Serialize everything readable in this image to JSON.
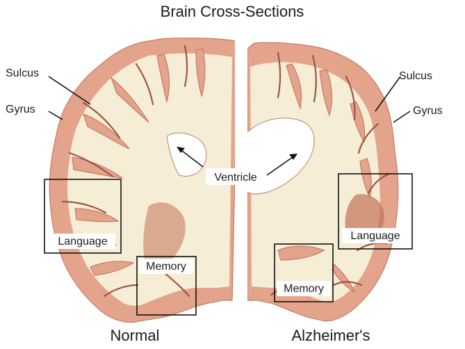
{
  "title": "Brain Cross-Sections",
  "labels": {
    "sulcus_left": "Sulcus",
    "gyrus_left": "Gyrus",
    "sulcus_right": "Sulcus",
    "gyrus_right": "Gyrus",
    "ventricle": "Ventricle",
    "language_left": "Language",
    "memory_left": "Memory",
    "language_right": "Language",
    "memory_right": "Memory"
  },
  "captions": {
    "left": "Normal",
    "right": "Alzheimer's"
  },
  "colors": {
    "gray_matter": "#e4a48b",
    "white_matter": "#f6edd7",
    "deep_tissue": "#c37256",
    "outline": "#111111"
  }
}
